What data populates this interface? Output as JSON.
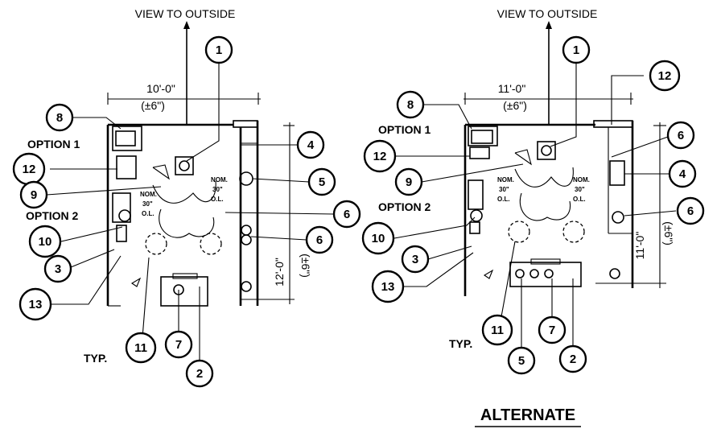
{
  "left": {
    "view_label": "VIEW TO OUTSIDE",
    "width_dim": "10'-0\"",
    "width_tol": "(±6\")",
    "depth_dim": "12'-0\"",
    "depth_tol": "(±6\")",
    "option1": "OPTION 1",
    "option2": "OPTION 2",
    "typ": "TYP.",
    "nom1": [
      "NOM.",
      "30\"",
      "O.L."
    ],
    "nom2": [
      "NOM.",
      "30\"",
      "O.L."
    ],
    "callouts": [
      "1",
      "8",
      "12",
      "9",
      "10",
      "3",
      "13",
      "11",
      "7",
      "2",
      "4",
      "5",
      "6",
      "6"
    ]
  },
  "right": {
    "view_label": "VIEW TO OUTSIDE",
    "width_dim": "11'-0\"",
    "width_tol": "(±6\")",
    "depth_dim": "11'-0\"",
    "depth_tol": "(±6\")",
    "option1": "OPTION 1",
    "option2": "OPTION 2",
    "typ": "TYP.",
    "nom1": [
      "NOM.",
      "30\"",
      "O.L."
    ],
    "nom2": [
      "NOM.",
      "30\"",
      "O.L."
    ],
    "callouts": [
      "1",
      "12",
      "8",
      "12",
      "9",
      "10",
      "3",
      "13",
      "11",
      "5",
      "7",
      "2",
      "6",
      "4",
      "6"
    ]
  },
  "alternate_label": "ALTERNATE"
}
